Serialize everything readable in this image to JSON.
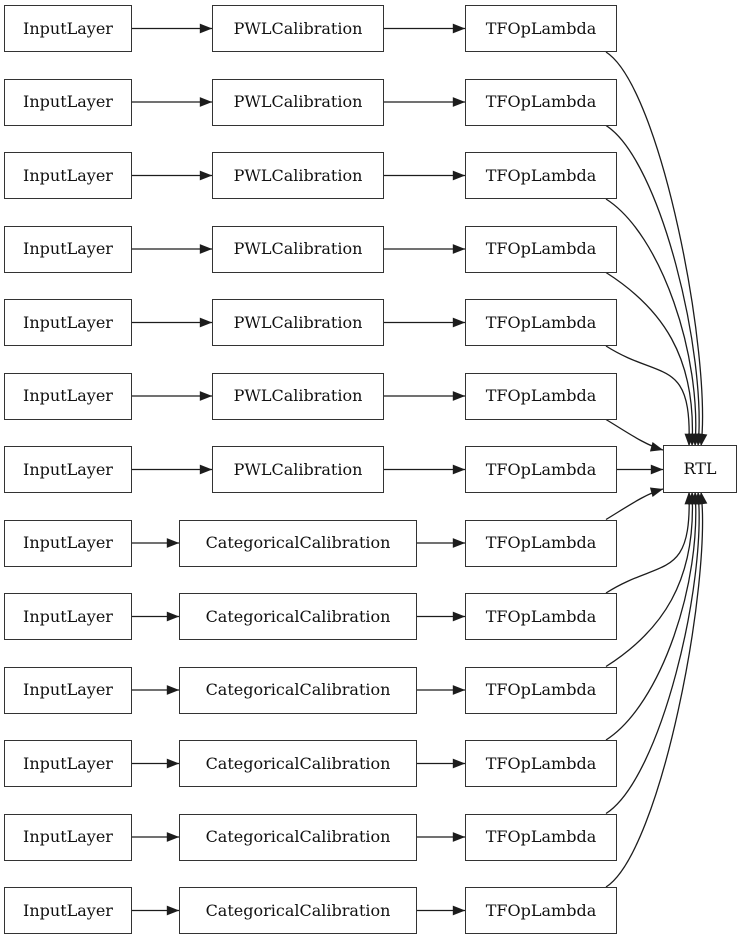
{
  "diagram": {
    "rtl_label": "RTL",
    "rows": [
      {
        "type": "pwl",
        "input": "InputLayer",
        "calibration": "PWLCalibration",
        "lambda": "TFOpLambda"
      },
      {
        "type": "pwl",
        "input": "InputLayer",
        "calibration": "PWLCalibration",
        "lambda": "TFOpLambda"
      },
      {
        "type": "pwl",
        "input": "InputLayer",
        "calibration": "PWLCalibration",
        "lambda": "TFOpLambda"
      },
      {
        "type": "pwl",
        "input": "InputLayer",
        "calibration": "PWLCalibration",
        "lambda": "TFOpLambda"
      },
      {
        "type": "pwl",
        "input": "InputLayer",
        "calibration": "PWLCalibration",
        "lambda": "TFOpLambda"
      },
      {
        "type": "pwl",
        "input": "InputLayer",
        "calibration": "PWLCalibration",
        "lambda": "TFOpLambda"
      },
      {
        "type": "pwl",
        "input": "InputLayer",
        "calibration": "PWLCalibration",
        "lambda": "TFOpLambda"
      },
      {
        "type": "cat",
        "input": "InputLayer",
        "calibration": "CategoricalCalibration",
        "lambda": "TFOpLambda"
      },
      {
        "type": "cat",
        "input": "InputLayer",
        "calibration": "CategoricalCalibration",
        "lambda": "TFOpLambda"
      },
      {
        "type": "cat",
        "input": "InputLayer",
        "calibration": "CategoricalCalibration",
        "lambda": "TFOpLambda"
      },
      {
        "type": "cat",
        "input": "InputLayer",
        "calibration": "CategoricalCalibration",
        "lambda": "TFOpLambda"
      },
      {
        "type": "cat",
        "input": "InputLayer",
        "calibration": "CategoricalCalibration",
        "lambda": "TFOpLambda"
      },
      {
        "type": "cat",
        "input": "InputLayer",
        "calibration": "CategoricalCalibration",
        "lambda": "TFOpLambda"
      }
    ],
    "colors": {
      "background": "#ffffff",
      "node_fill": "#ffffff",
      "node_border": "#333333",
      "edge": "#1c1c1c",
      "text": "#111111"
    }
  }
}
